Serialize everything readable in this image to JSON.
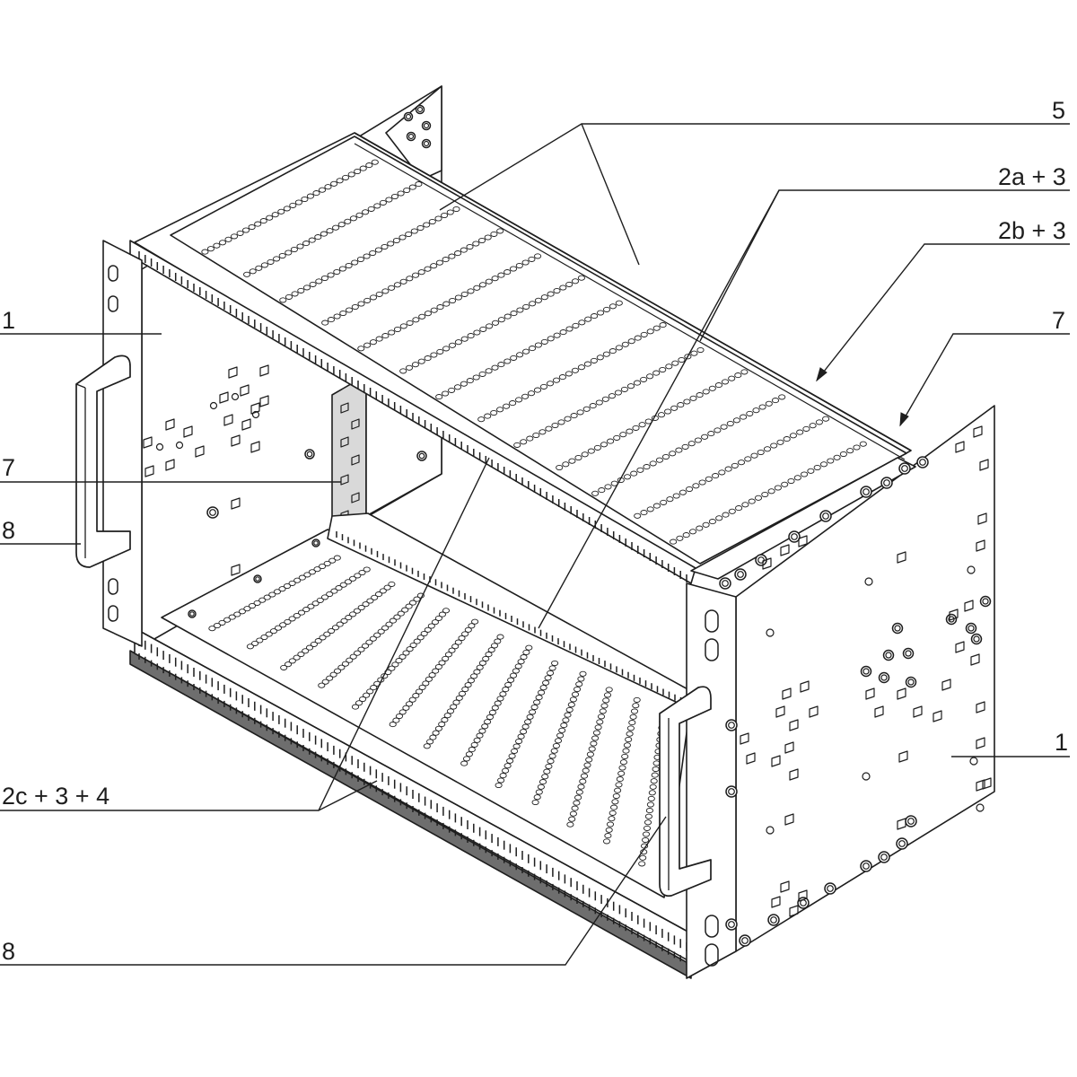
{
  "labels": {
    "l5": "5",
    "l2a3": "2a + 3",
    "l2b3": "2b + 3",
    "l7_right": "7",
    "l1_left": "1",
    "l7_left": "7",
    "l8_left_upper": "8",
    "l1_right": "1",
    "l2c34": "2c + 3 + 4",
    "l8_left_lower": "8"
  },
  "colors": {
    "line": "#1e1e1e",
    "plate": "#ffffff",
    "shade": "#d9d9d9",
    "rail": "#6e6e6e"
  }
}
